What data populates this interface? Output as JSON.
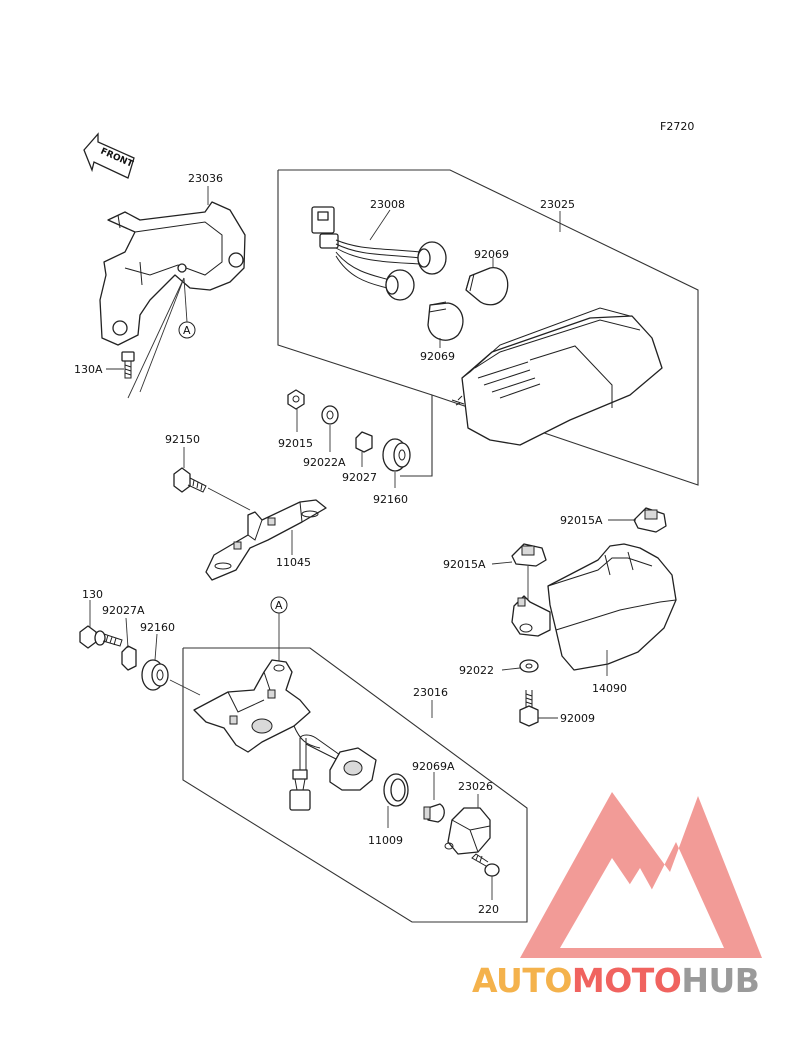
{
  "figure_code": "F2720",
  "front_label": "FRONT",
  "ref_letter": "A",
  "parts": {
    "p23036": "23036",
    "p130A": "130A",
    "p23008": "23008",
    "p23025": "23025",
    "p92069_top": "92069",
    "p92069_bottom": "92069",
    "p92015": "92015",
    "p92022A": "92022A",
    "p92027": "92027",
    "p92160_top": "92160",
    "p92150": "92150",
    "p11045": "11045",
    "p92015A_right": "92015A",
    "p92015A_left": "92015A",
    "p130": "130",
    "p92027A": "92027A",
    "p92160_bottom": "92160",
    "p23016": "23016",
    "p92022": "92022",
    "p14090": "14090",
    "p92009": "92009",
    "p92069A": "92069A",
    "p23026": "23026",
    "p11009": "11009",
    "p220": "220"
  },
  "watermark": {
    "part1": "AUTO",
    "part2": "MOTO",
    "part3": "HUB",
    "colors": {
      "orange": "#f4b24c",
      "red": "#f0635f",
      "gray": "#9a9a9a",
      "triangle": "#f08a86"
    }
  }
}
